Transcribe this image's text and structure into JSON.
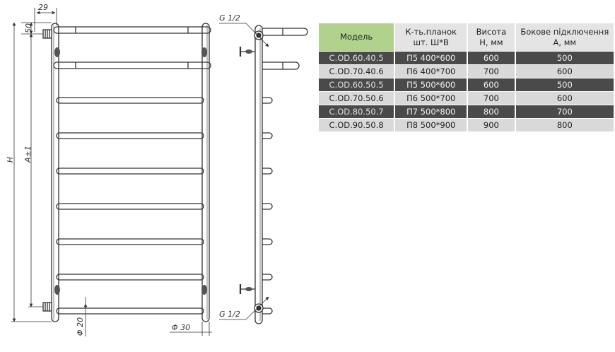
{
  "dimensions": {
    "top_width": "29",
    "top_offset": "50",
    "height": "H",
    "center_distance": "A±1",
    "thread_top": "G 1/2",
    "thread_bottom": "G 1/2",
    "bar_diameter": "Φ 20",
    "pipe_diameter": "Φ 30"
  },
  "table": {
    "headers": {
      "model": "Модель",
      "bars_line1": "К-ть.планок",
      "bars_line2": "шт. Ш*В",
      "height_line1": "Висота",
      "height_line2": "Н, мм",
      "side_line1": "Бокове підключення",
      "side_line2": "А, мм"
    },
    "rows": [
      {
        "model": "C.OD.60.40.5",
        "bars": "П5 400*600",
        "height": "600",
        "side": "500"
      },
      {
        "model": "C.OD.70.40.6",
        "bars": "П6 400*700",
        "height": "700",
        "side": "600"
      },
      {
        "model": "C.OD.60.50.5",
        "bars": "П5 500*600",
        "height": "600",
        "side": "500"
      },
      {
        "model": "C.OD.70.50.6",
        "bars": "П6 500*700",
        "height": "700",
        "side": "600"
      },
      {
        "model": "C.OD.80.50.7",
        "bars": "П7 500*800",
        "height": "800",
        "side": "700"
      },
      {
        "model": "C.OD.90.50.8",
        "bars": "П8 500*900",
        "height": "900",
        "side": "800"
      }
    ]
  },
  "colors": {
    "header_accent": "#b0d28c",
    "row_dark": "#4a4a4a",
    "row_light": "#d9d9d9",
    "line": "#333333"
  }
}
